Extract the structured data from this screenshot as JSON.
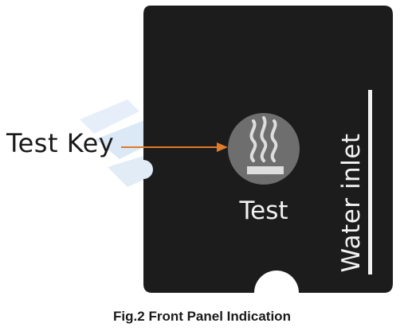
{
  "callout": {
    "label": "Test Key"
  },
  "panel": {
    "button_label": "Test",
    "inlet_label": "Water inlet",
    "button_icon": "heat-waves-icon"
  },
  "caption": {
    "text": "Fig.2 Front Panel Indication"
  },
  "colors": {
    "panel": "#1c1c1c",
    "button": "#6e6e6e",
    "icon": "#dedede",
    "arrow": "#e07b2a",
    "watermark": "#c9ddf0"
  }
}
